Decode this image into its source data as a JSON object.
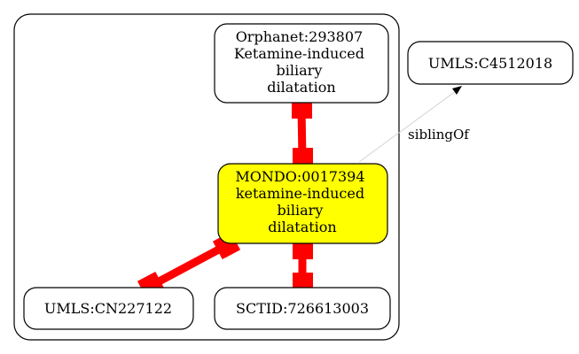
{
  "diagram": {
    "nodes": {
      "orphanet": {
        "lines": [
          "Orphanet:293807",
          "Ketamine-induced",
          "biliary",
          "dilatation"
        ]
      },
      "mondo": {
        "lines": [
          "MONDO:0017394",
          "ketamine-induced",
          "biliary",
          "dilatation"
        ],
        "fill": "#ffff00"
      },
      "umls_cn": {
        "lines": [
          "UMLS:CN227122"
        ]
      },
      "sctid": {
        "lines": [
          "SCTID:726613003"
        ]
      },
      "umls_c": {
        "lines": [
          "UMLS:C4512018"
        ]
      }
    },
    "edges": {
      "sibling": {
        "label": "siblingOf"
      }
    },
    "colors": {
      "equivalence_edge": "#ff0000",
      "sibling_edge": "#d3d3d3",
      "highlight_node": "#ffff00"
    }
  }
}
